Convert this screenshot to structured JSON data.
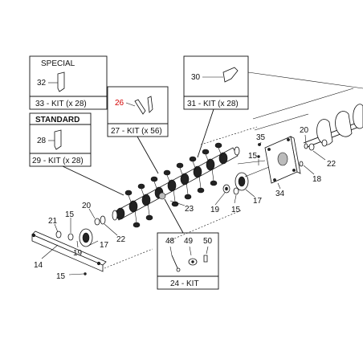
{
  "boxes": {
    "special": {
      "header": "SPECIAL",
      "item": "32",
      "footer": "33 - KIT (x 28)"
    },
    "standard": {
      "header": "STANDARD",
      "item": "28",
      "footer": "29 - KIT (x 28)"
    },
    "kit27": {
      "item": "26",
      "footer": "27 - KIT (x 56)"
    },
    "kit31": {
      "item": "30",
      "footer": "31 - KIT (x 28)"
    },
    "kit24": {
      "items": [
        "48",
        "49",
        "50"
      ],
      "footer": "24 - KIT"
    }
  },
  "callouts": {
    "c14": "14",
    "c15a": "15",
    "c15b": "15",
    "c15c": "15",
    "c15d": "15",
    "c17a": "17",
    "c17b": "17",
    "c18": "18",
    "c19a": "19",
    "c19b": "19",
    "c20a": "20",
    "c20b": "20",
    "c21": "21",
    "c22a": "22",
    "c22b": "22",
    "c23": "23",
    "c34": "34",
    "c35": "35"
  },
  "colors": {
    "highlight": "#d40000",
    "ink": "#111111"
  }
}
